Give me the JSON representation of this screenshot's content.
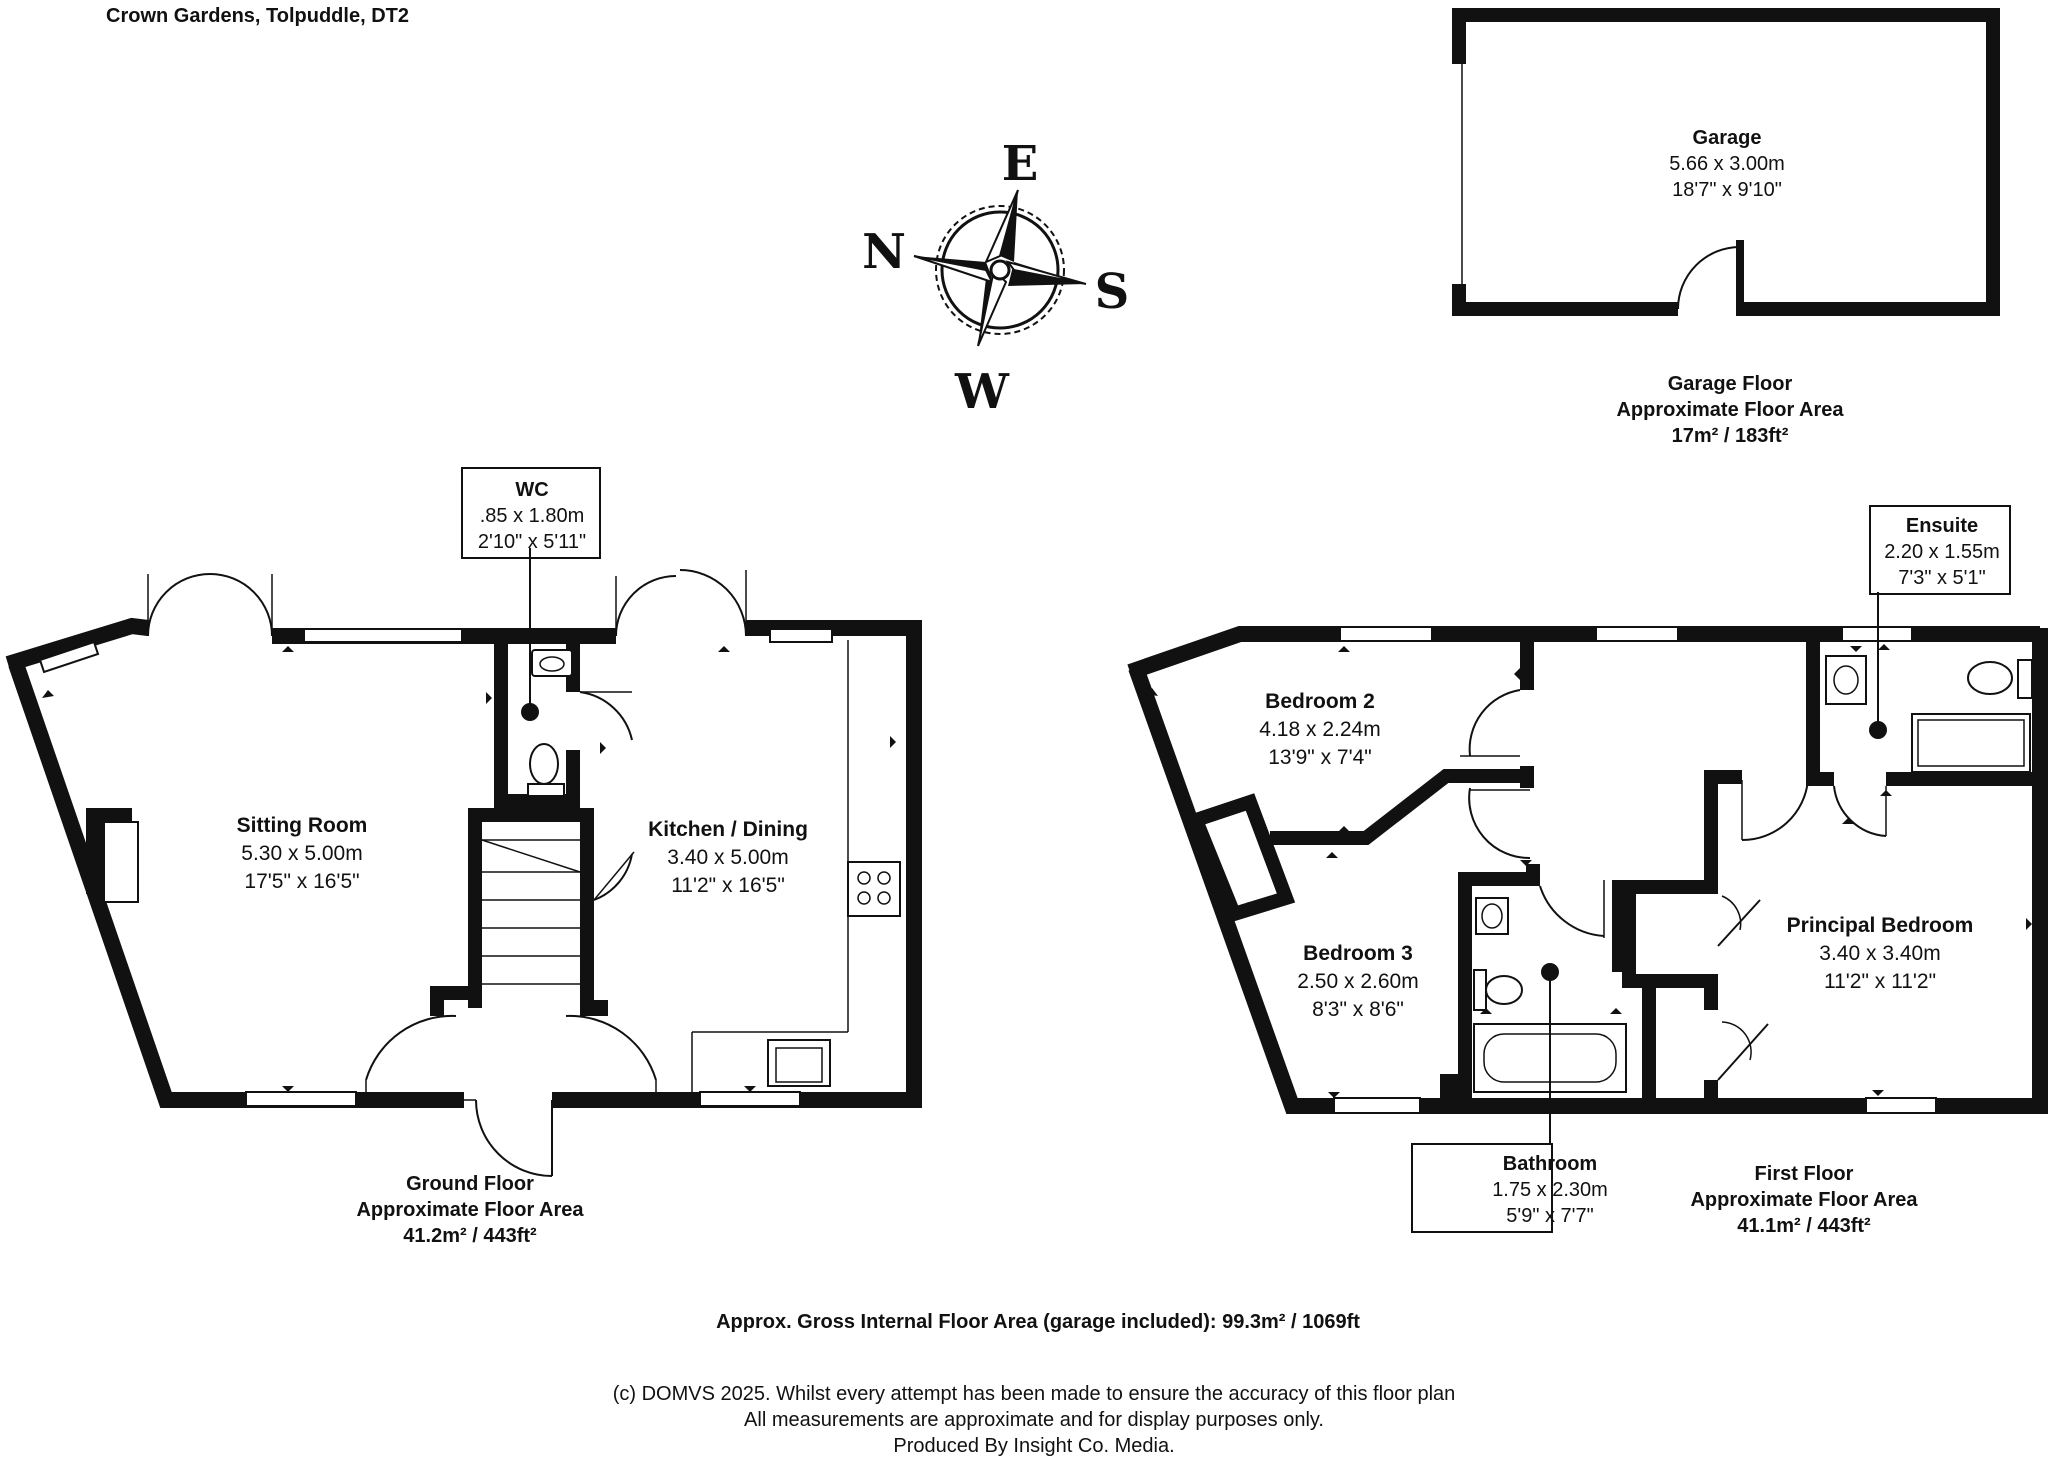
{
  "header": {
    "address": "Crown Gardens, Tolpuddle, DT2"
  },
  "compass": {
    "n": "N",
    "e": "E",
    "s": "S",
    "w": "W"
  },
  "rooms": {
    "garage": {
      "name": "Garage",
      "metric": "5.66 x 3.00m",
      "imperial": "18'7\" x 9'10\""
    },
    "wc": {
      "name": "WC",
      "metric": ".85 x 1.80m",
      "imperial": "2'10\" x 5'11\""
    },
    "sitting": {
      "name": "Sitting Room",
      "metric": "5.30 x 5.00m",
      "imperial": "17'5\" x 16'5\""
    },
    "kitchen": {
      "name": "Kitchen / Dining",
      "metric": "3.40 x 5.00m",
      "imperial": "11'2\" x 16'5\""
    },
    "bedroom2": {
      "name": "Bedroom 2",
      "metric": "4.18 x 2.24m",
      "imperial": "13'9\" x 7'4\""
    },
    "ensuite": {
      "name": "Ensuite",
      "metric": "2.20 x 1.55m",
      "imperial": "7'3\" x 5'1\""
    },
    "bedroom3": {
      "name": "Bedroom 3",
      "metric": "2.50 x 2.60m",
      "imperial": "8'3\" x 8'6\""
    },
    "principal": {
      "name": "Principal Bedroom",
      "metric": "3.40 x 3.40m",
      "imperial": "11'2\" x 11'2\""
    },
    "bathroom": {
      "name": "Bathroom",
      "metric": "1.75 x 2.30m",
      "imperial": "5'9\" x 7'7\""
    }
  },
  "floors": {
    "garage": {
      "name": "Garage Floor",
      "area_label": "Approximate Floor Area",
      "area": "17m² / 183ft²"
    },
    "ground": {
      "name": "Ground Floor",
      "area_label": "Approximate Floor Area",
      "area": "41.2m² / 443ft²"
    },
    "first": {
      "name": "First Floor",
      "area_label": "Approximate Floor Area",
      "area": "41.1m² / 443ft²"
    }
  },
  "footer": {
    "gross": "Approx. Gross Internal Floor Area (garage included): 99.3m² / 1069ft",
    "disclaimer_1": "(c) DOMVS 2025. Whilst every attempt has been made to ensure the accuracy of this floor plan",
    "disclaimer_2": "All measurements are approximate and for display purposes only.",
    "produced_by": "Produced By Insight Co. Media."
  }
}
